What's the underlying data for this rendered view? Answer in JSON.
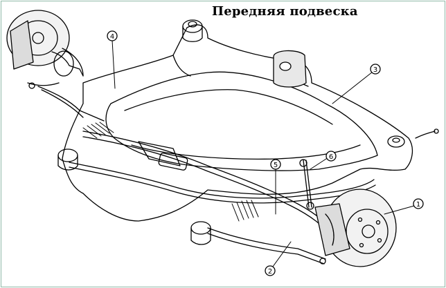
{
  "figure": {
    "title": "Передняя подвеска",
    "callouts": [
      "1",
      "2",
      "3",
      "4",
      "5",
      "6"
    ]
  }
}
